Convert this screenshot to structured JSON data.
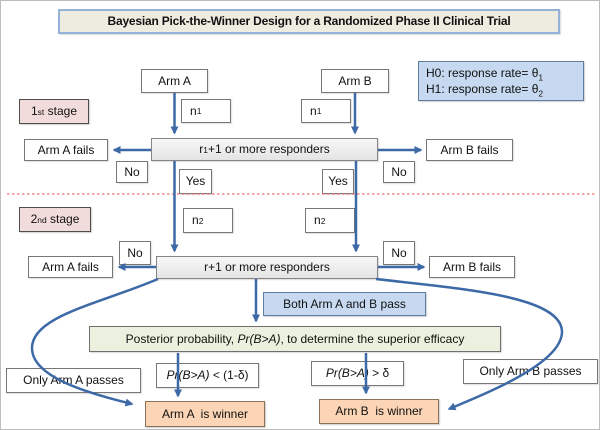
{
  "title": "Bayesian Pick-the-Winner Design for a Randomized Phase II Clinical Trial",
  "hypotheses": {
    "line1": {
      "text": "H0: response rate= θ",
      "sub": "1"
    },
    "line2": {
      "text": "H1: response rate= θ",
      "sub": "2"
    }
  },
  "stages": {
    "first": {
      "num": "1",
      "sup": "st",
      "rest": " stage"
    },
    "second": {
      "num": "2",
      "sup": "nd",
      "rest": " stage"
    }
  },
  "nodes": {
    "arm_a": "Arm A",
    "arm_b": "Arm B",
    "n1": {
      "base": "n",
      "sub": "1"
    },
    "n2": {
      "base": "n",
      "sub": "2"
    },
    "stage1_decision": {
      "pre": "r",
      "sub": "1",
      "post": "+1 or more responders"
    },
    "stage2_decision": {
      "pre": "r",
      "sub": "",
      "post": "+1 or more responders"
    },
    "arm_a_fails": "Arm A fails",
    "arm_b_fails": "Arm B fails",
    "no": "No",
    "yes": "Yes",
    "both_pass": "Both Arm A and B pass",
    "posterior": {
      "pre": "Posterior probability, ",
      "formula": "Pr(B>A)",
      "post": ", to determine the superior efficacy"
    },
    "only_a_passes": "Only Arm A passes",
    "only_b_passes": "Only Arm B passes",
    "rule_a": {
      "formula": "Pr(B>A)",
      "post": " < (1-δ)"
    },
    "rule_b": {
      "formula": "Pr(B>A)",
      "post": " > δ"
    },
    "winner_a": "Arm A  is winner",
    "winner_b": "Arm B  is winner"
  },
  "colors": {
    "arrow": "#3d69a6",
    "stage_divider": "#f2706e",
    "title_fill": "#eeece1",
    "title_border": "#95b3d7",
    "hypothesis_fill": "#c6d9f1",
    "stage_label_fill": "#f2dcdb",
    "decision_fill": "#ececec",
    "posterior_fill": "#ebf1de",
    "winner_fill": "#fbd5b5"
  }
}
